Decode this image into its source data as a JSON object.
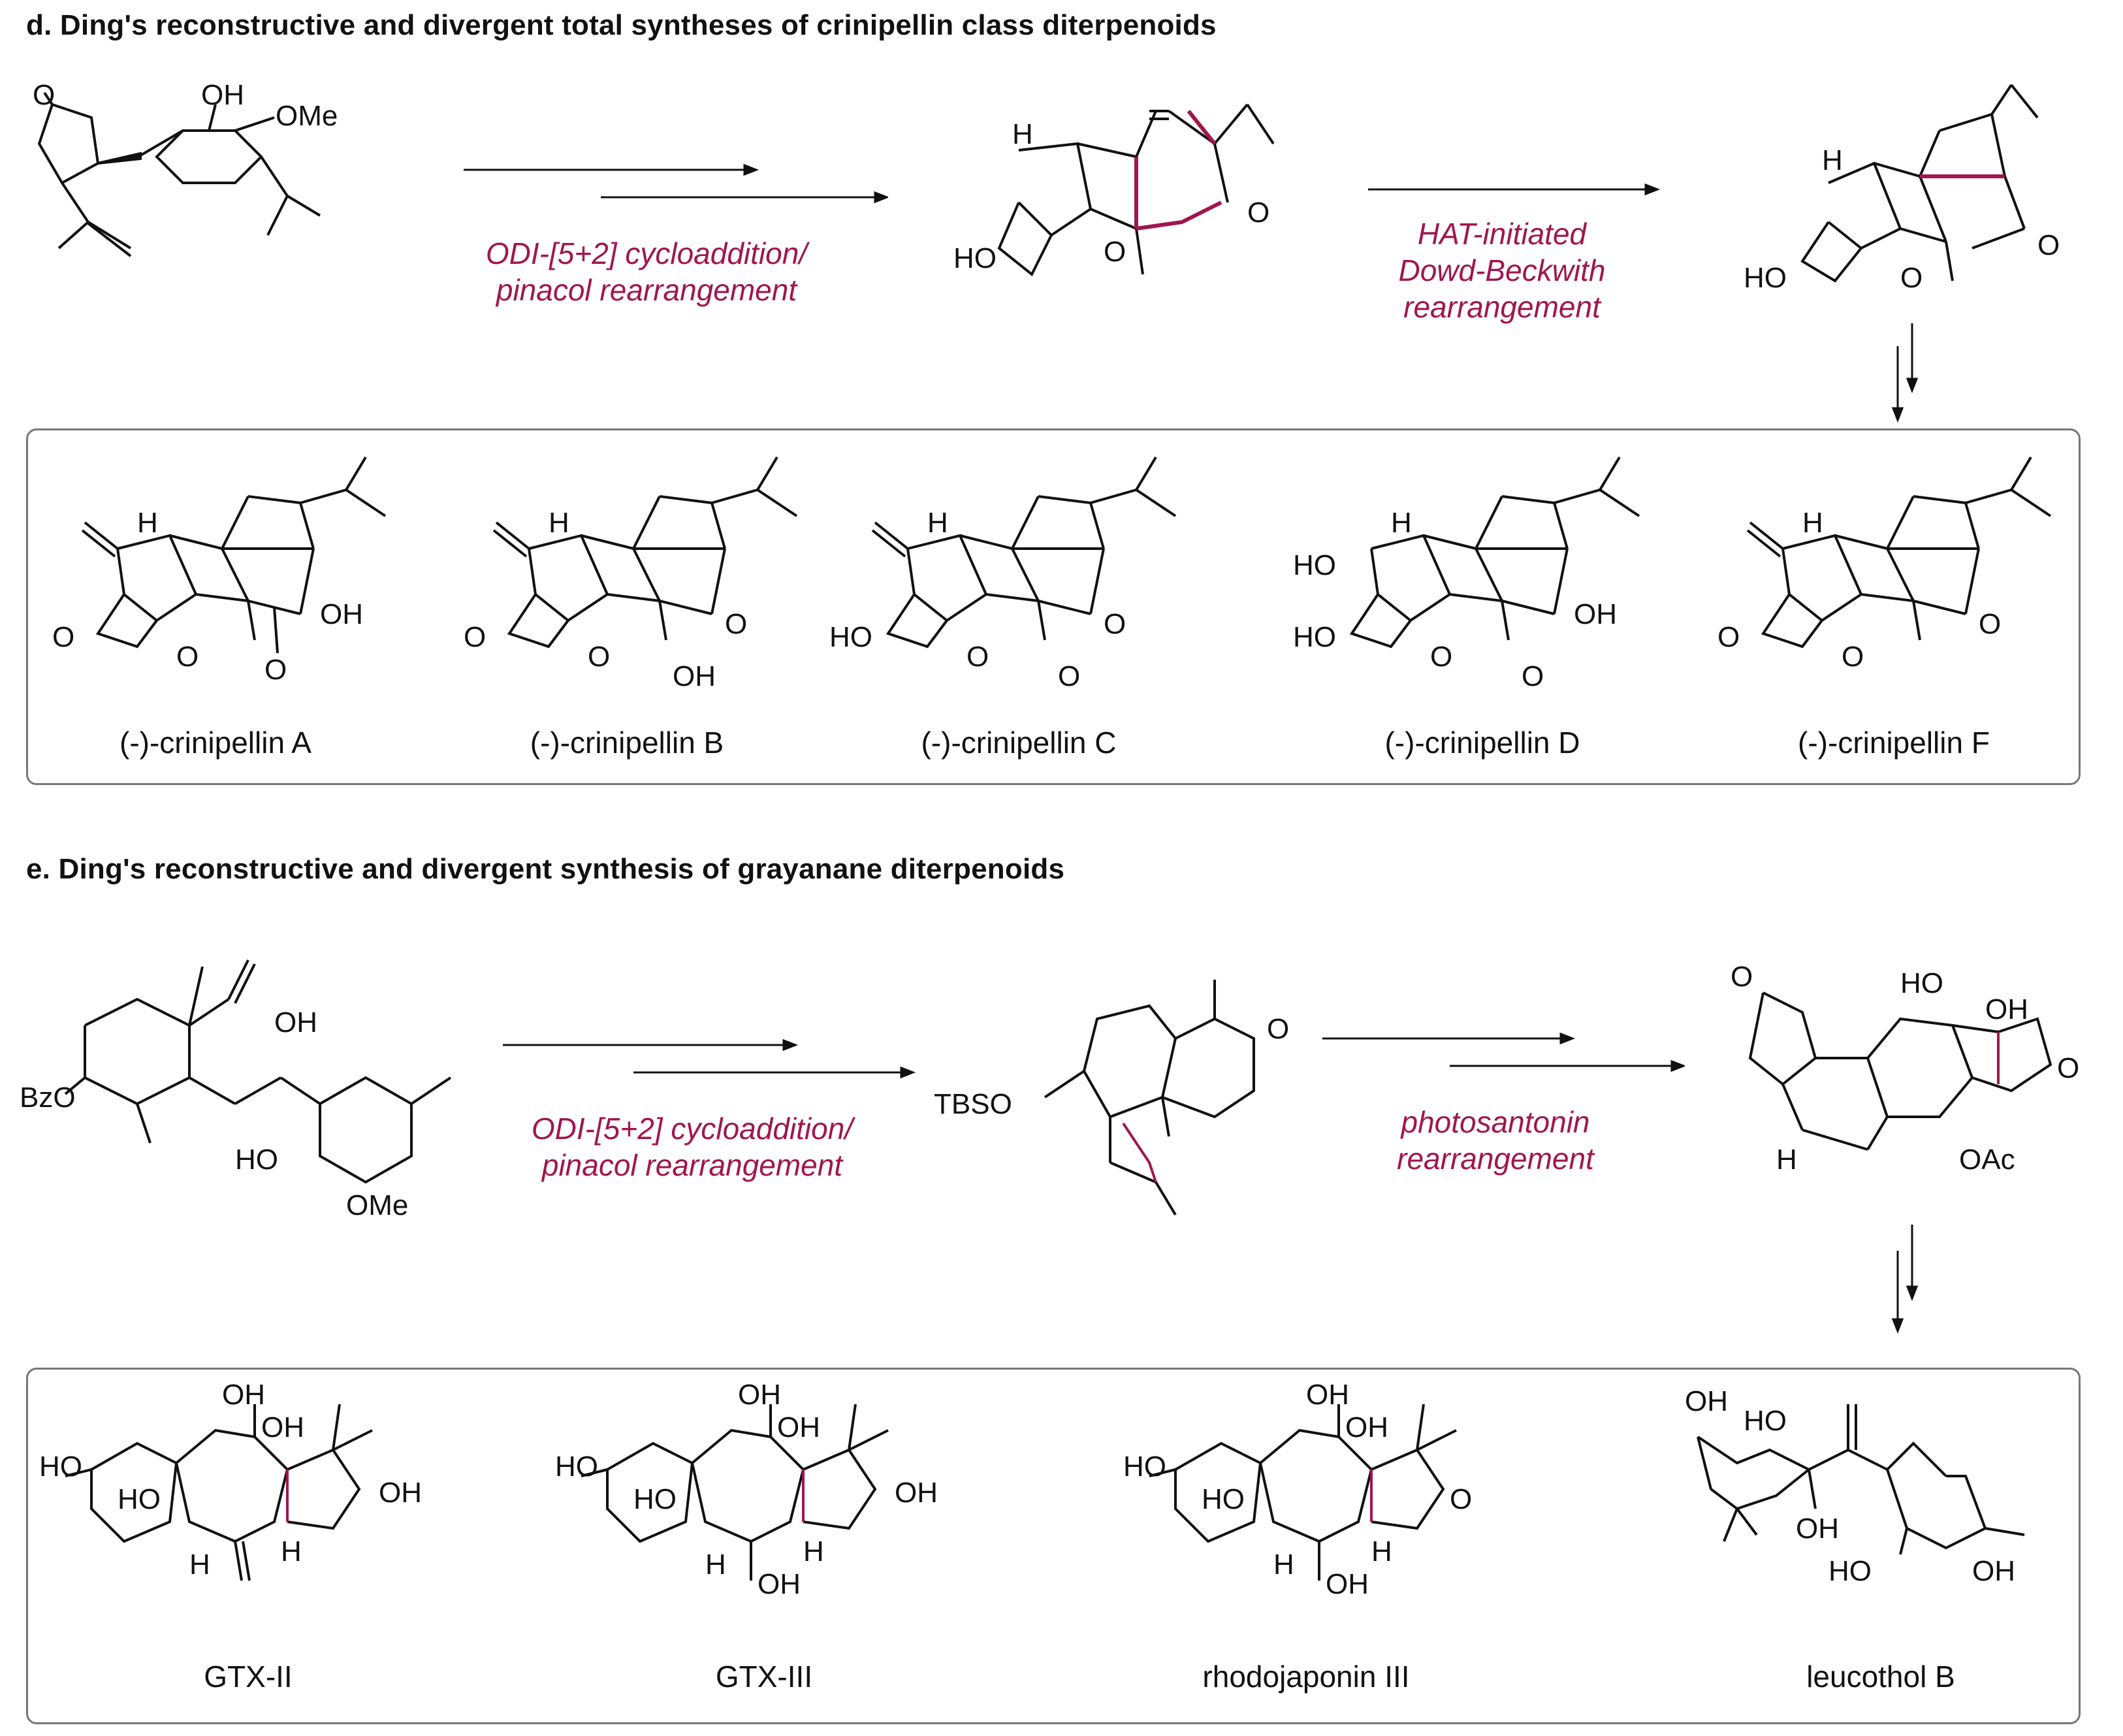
{
  "section_d": {
    "title": "d. Ding's reconstructive and divergent total syntheses of crinipellin class diterpenoids",
    "step1_conditions": [
      "ODI-[5+2] cycloaddition/",
      "pinacol rearrangement"
    ],
    "step2_conditions": [
      "HAT-initiated",
      "Dowd-Beckwith",
      "rearrangement"
    ],
    "start_labels": {
      "ketone_o": "O",
      "oh": "OH",
      "ome": "OMe"
    },
    "intermediate1_labels": {
      "h": "H",
      "ho": "HO",
      "epox_o": "O",
      "ketone_o": "O"
    },
    "intermediate2_labels": {
      "h": "H",
      "ho": "HO",
      "epox_o": "O",
      "ketone_o": "O"
    },
    "products": [
      {
        "name": "(-)-crinipellin A"
      },
      {
        "name": "(-)-crinipellin B"
      },
      {
        "name": "(-)-crinipellin C"
      },
      {
        "name": "(-)-crinipellin D"
      },
      {
        "name": "(-)-crinipellin F"
      }
    ],
    "atom_labels": {
      "h": "H",
      "o": "O",
      "oh": "OH",
      "ho": "HO"
    }
  },
  "section_e": {
    "title": "e. Ding's reconstructive and divergent synthesis of grayanane diterpenoids",
    "step1_conditions": [
      "ODI-[5+2] cycloaddition/",
      "pinacol rearrangement"
    ],
    "step2_conditions": [
      "photosantonin",
      "rearrangement"
    ],
    "start_labels": {
      "bzo": "BzO",
      "oh": "OH",
      "ho": "HO",
      "ome": "OMe"
    },
    "intermediate1_labels": {
      "tbso": "TBSO",
      "o": "O"
    },
    "intermediate2_labels": {
      "ho": "HO",
      "oh": "OH",
      "o": "O",
      "h": "H",
      "oac": "OAc"
    },
    "products": [
      {
        "name": "GTX-II"
      },
      {
        "name": "GTX-III"
      },
      {
        "name": "rhodojaponin III"
      },
      {
        "name": "leucothol B"
      }
    ],
    "atom_labels": {
      "h": "H",
      "o": "O",
      "oh": "OH",
      "ho": "HO"
    }
  },
  "colors": {
    "highlight": "#a0164e",
    "bond": "#111111",
    "panel_border": "#777777"
  }
}
